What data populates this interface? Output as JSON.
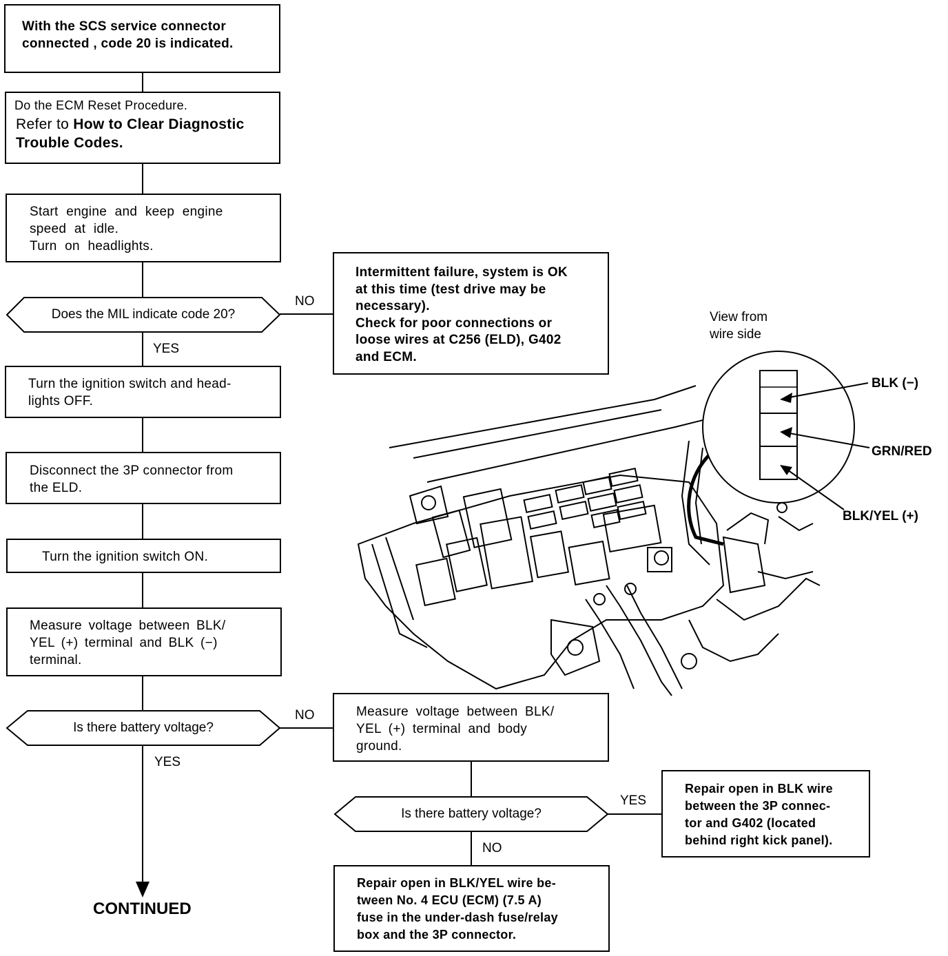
{
  "flow": {
    "step1": {
      "part1": "With the SCS service connector",
      "part2": "connected",
      "part3": ", code 20 is indicated."
    },
    "step2": {
      "line1": "Do the ECM Reset Procedure.",
      "line2_prefix": "Refer to ",
      "line2_bold": "How to Clear Diagnostic",
      "line3_bold": "Trouble Codes."
    },
    "step3": "Start engine and keep engine\nspeed at idle.\nTurn on headlights.",
    "decision1": "Does the MIL indicate code 20?",
    "decision1_yes": "YES",
    "decision1_no": "NO",
    "intermittent": "Intermittent failure, system is OK\nat this time (test drive may be\nnecessary).\nCheck for poor connections or\nloose wires at C256 (ELD), G402\nand ECM.",
    "step4": "Turn the ignition switch and head-\nlights OFF.",
    "step5": "Disconnect the 3P connector from\nthe ELD.",
    "step6": "Turn the ignition switch ON.",
    "step7": "Measure voltage between BLK/\nYEL (+) terminal and BLK (−)\nterminal.",
    "decision2": "Is there battery voltage?",
    "decision2_yes": "YES",
    "decision2_no": "NO",
    "step8": "Measure voltage between BLK/\nYEL (+) terminal and body\nground.",
    "decision3": "Is there battery voltage?",
    "decision3_yes": "YES",
    "decision3_no": "NO",
    "repair_blk": "Repair open in BLK wire\nbetween the 3P connec-\ntor and G402 (located\nbehind right kick panel).",
    "repair_blkyel": "Repair open in BLK/YEL wire be-\ntween No. 4 ECU (ECM) (7.5 A)\nfuse in the under-dash fuse/relay\nbox and the 3P connector.",
    "continued": "CONTINUED"
  },
  "illustration": {
    "view_label": "View from\nwire side",
    "pin1": "BLK (−)",
    "pin2": "GRN/RED",
    "pin3": "BLK/YEL (+)"
  }
}
